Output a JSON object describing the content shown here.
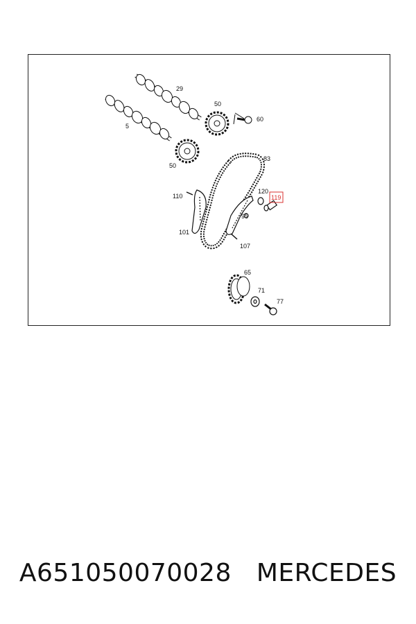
{
  "diagram": {
    "callouts": {
      "c29": "29",
      "c5": "5",
      "c50a": "50",
      "c60": "60",
      "c50b": "50",
      "c83": "83",
      "c110": "110",
      "c120": "120",
      "c119": "119",
      "c95": "95",
      "c101": "101",
      "c107": "107",
      "c65": "65",
      "c71": "71",
      "c77": "77"
    },
    "highlight_color": "#d9302f"
  },
  "caption": {
    "part_number": "A651050070028",
    "brand": "MERCEDES"
  }
}
